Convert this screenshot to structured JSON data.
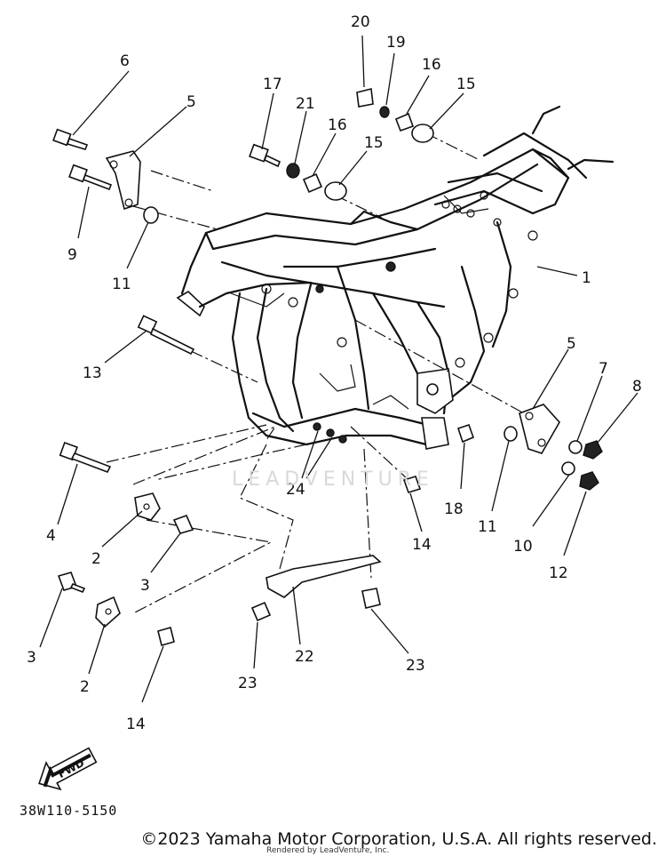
{
  "diagram_code": "38W110-5150",
  "watermark": "LEADVENTURE",
  "copyright": "©2023 Yamaha Motor Corporation, U.S.A. All rights reserved.",
  "rendered_by": "Rendered by LeadVenture, Inc.",
  "fwd_label": "FWD",
  "callouts": {
    "c20": "20",
    "c19": "19",
    "c16a": "16",
    "c15a": "15",
    "c6": "6",
    "c5a": "5",
    "c17": "17",
    "c21": "21",
    "c16b": "16",
    "c15b": "15",
    "c9": "9",
    "c11a": "11",
    "c1": "1",
    "c13": "13",
    "c5b": "5",
    "c7": "7",
    "c8": "8",
    "c24": "24",
    "c18": "18",
    "c11b": "11",
    "c10": "10",
    "c4": "4",
    "c14a": "14",
    "c12": "12",
    "c2a": "2",
    "c3a": "3",
    "c3b": "3",
    "c22": "22",
    "c23a": "23",
    "c23b": "23",
    "c2b": "2",
    "c14b": "14"
  }
}
